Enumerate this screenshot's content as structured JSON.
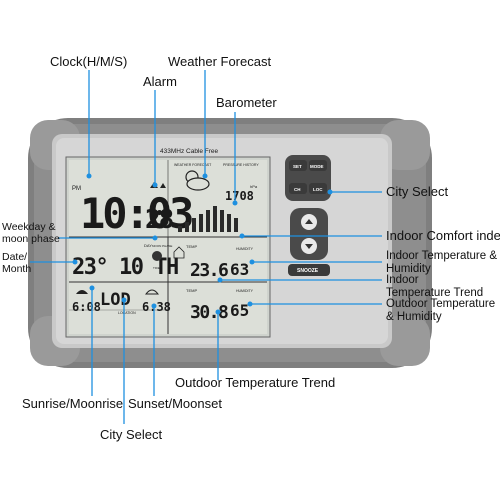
{
  "device": {
    "top_label": "433MHz Cable Free",
    "forecast_header": "WEATHER FORECAST",
    "pressure_header": "PRESSURE HISTORY",
    "time": {
      "ampm": "PM",
      "hhmm": "10:03",
      "seconds": "28"
    },
    "pressure_value": "1708",
    "pressure_unit": "hPa",
    "date_row": {
      "text": "23° 10 TH",
      "day_label": "DAY",
      "moon_label": "MOON PHASE",
      "tide_label": "TIDE"
    },
    "indoor": {
      "label": "TEMP",
      "temp": "23.6",
      "humidity_label": "HUMIDITY",
      "humidity": "63"
    },
    "bottom_left": {
      "city": "LOD",
      "location_label": "LOCATION",
      "sunrise": "6:08",
      "sunset": "6:38"
    },
    "outdoor": {
      "label": "TEMP",
      "temp": "30.8",
      "humidity_label": "HUMIDITY",
      "humidity": "65"
    },
    "buttons": {
      "set": "SET",
      "mode": "MODE",
      "ch": "CH",
      "loc": "LOC",
      "snooze": "SNOOZE"
    }
  },
  "callouts": {
    "clock": "Clock(H/M/S)",
    "alarm": "Alarm",
    "weather_forecast": "Weather Forecast",
    "barometer": "Barometer",
    "city_select_right": "City Select",
    "weekday_moon": "Weekday & moon phase",
    "date_month": "Date/ Month",
    "indoor_comfort": "Indoor Comfort index",
    "indoor_temp_hum": "Indoor Temperature & Humidity",
    "indoor_temp_trend": "Indoor Temperature Trend",
    "outdoor_temp_hum": "Outdoor Temperature & Humidity",
    "outdoor_temp_trend": "Outdoor Temperature Trend",
    "sunrise_moonrise": "Sunrise/Moonrise",
    "sunset_moonset": "Sunset/Moonset",
    "city_select_bottom": "City Select"
  },
  "colors": {
    "line": "#1e90e0",
    "frame": "#7d7d7d",
    "frame_light": "#b5b5b5",
    "lcd": "#d9dcd6",
    "buttons": "#4a4a4a"
  }
}
